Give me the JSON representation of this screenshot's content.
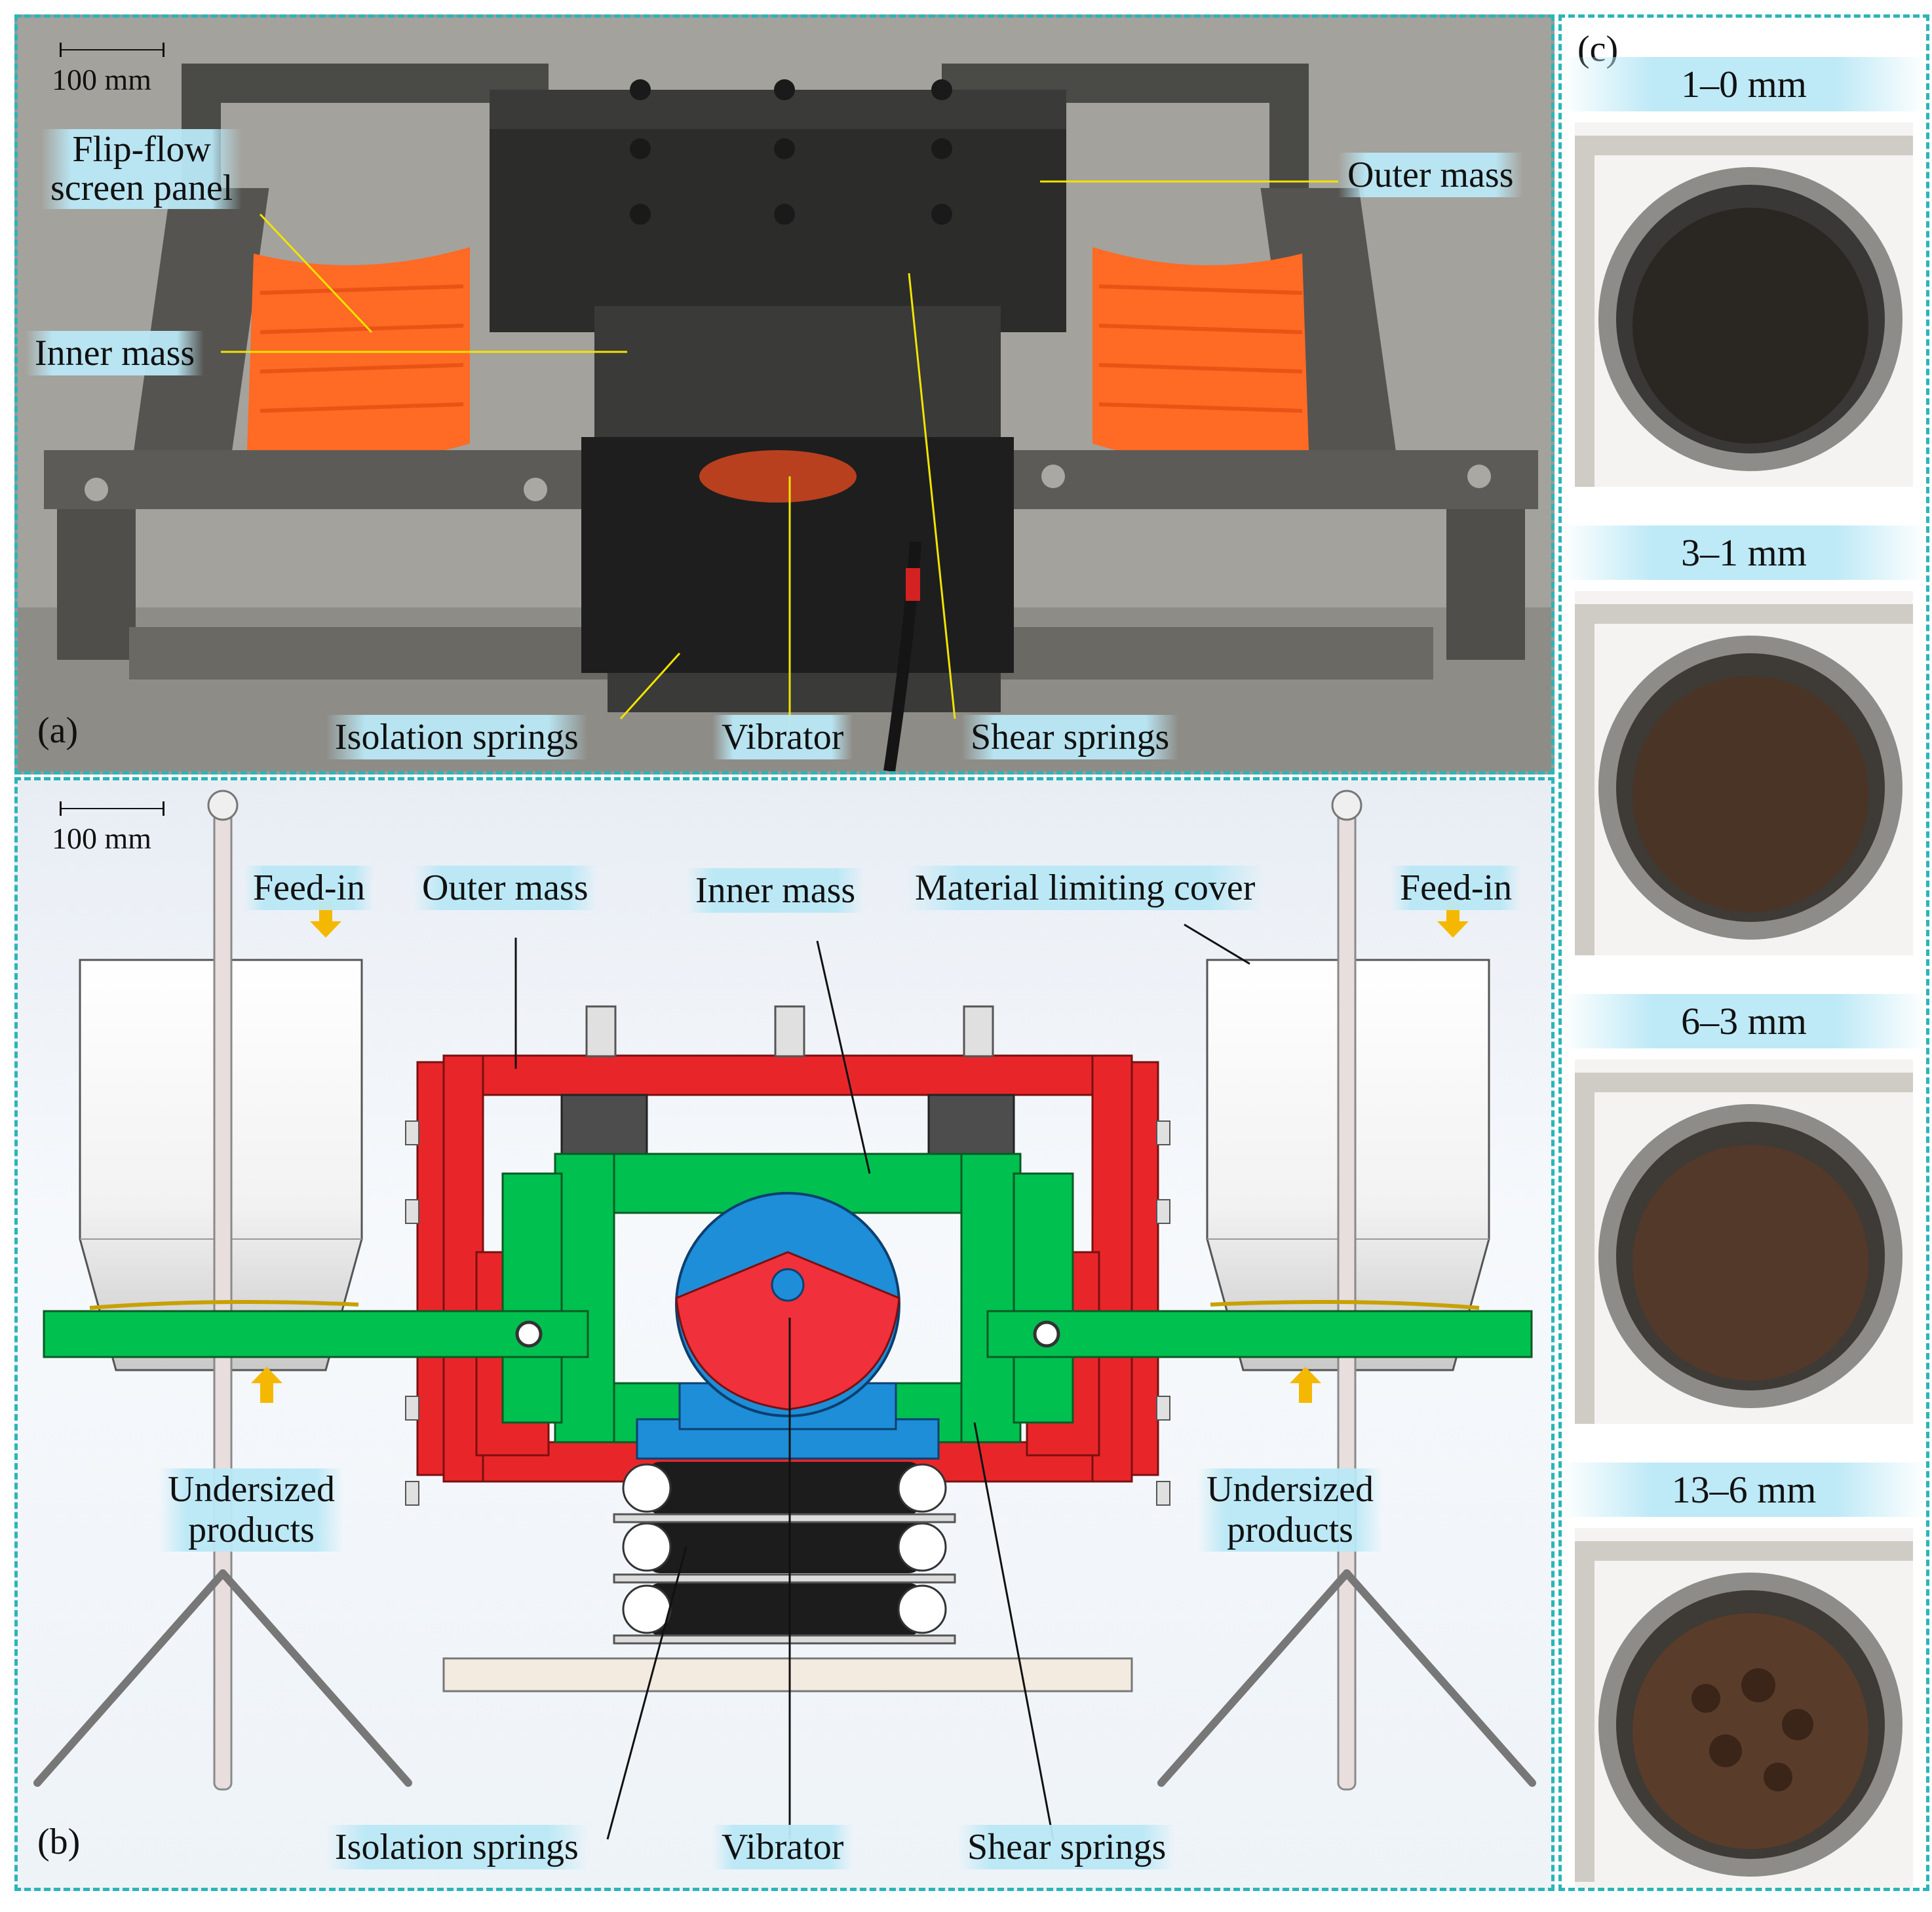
{
  "panel_a": {
    "letter": "(a)",
    "scale_label": "100 mm",
    "labels": {
      "flip_flow": "Flip-flow\nscreen panel",
      "inner_mass": "Inner mass",
      "outer_mass": "Outer mass",
      "isolation_springs": "Isolation springs",
      "vibrator": "Vibrator",
      "shear_springs": "Shear springs"
    }
  },
  "panel_b": {
    "letter": "(b)",
    "scale_label": "100 mm",
    "labels": {
      "feed_in_left": "Feed-in",
      "feed_in_right": "Feed-in",
      "outer_mass": "Outer mass",
      "inner_mass": "Inner mass",
      "material_limiting_cover": "Material limiting cover",
      "undersized_left": "Undersized\nproducts",
      "undersized_right": "Undersized\nproducts",
      "isolation_springs": "Isolation springs",
      "vibrator": "Vibrator",
      "shear_springs": "Shear springs"
    },
    "colors": {
      "outer_mass": "#e8262a",
      "inner_mass": "#00c050",
      "vibrator": "#1e8ed8",
      "spring": "#2a2a2a",
      "arrow": "#f5b800"
    }
  },
  "panel_c": {
    "letter": "(c)",
    "samples": [
      {
        "label": "1–0 mm"
      },
      {
        "label": "3–1 mm"
      },
      {
        "label": "6–3 mm"
      },
      {
        "label": "13–6 mm"
      }
    ]
  }
}
